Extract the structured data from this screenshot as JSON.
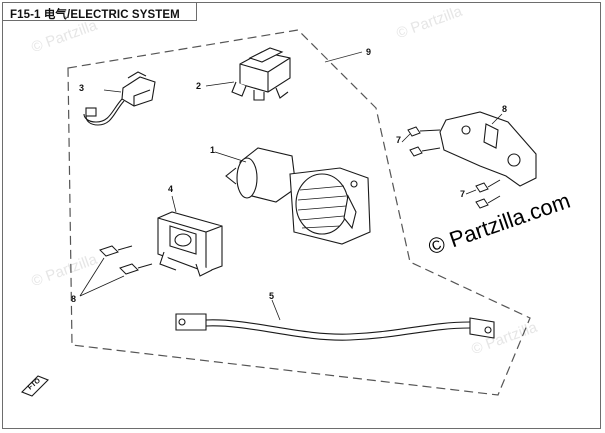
{
  "title": "F15-1 电气/ELECTRIC SYSTEM",
  "watermark_faint": [
    "© Partzilla",
    "© Partzilla",
    "© Partzilla",
    "© Partzilla"
  ],
  "watermark_main": "© Partzilla.com",
  "badge_text": "FTO",
  "callouts": {
    "c9": "9",
    "c3": "3",
    "c2": "2",
    "c8a": "8",
    "c1": "1",
    "c7a": "7",
    "c7b": "7",
    "c4": "4",
    "c8b": "8",
    "c5": "5"
  },
  "colors": {
    "line": "#1a1a1a",
    "frame": "#6d6d6d",
    "dash": "#555555",
    "watermark": "#000000"
  }
}
